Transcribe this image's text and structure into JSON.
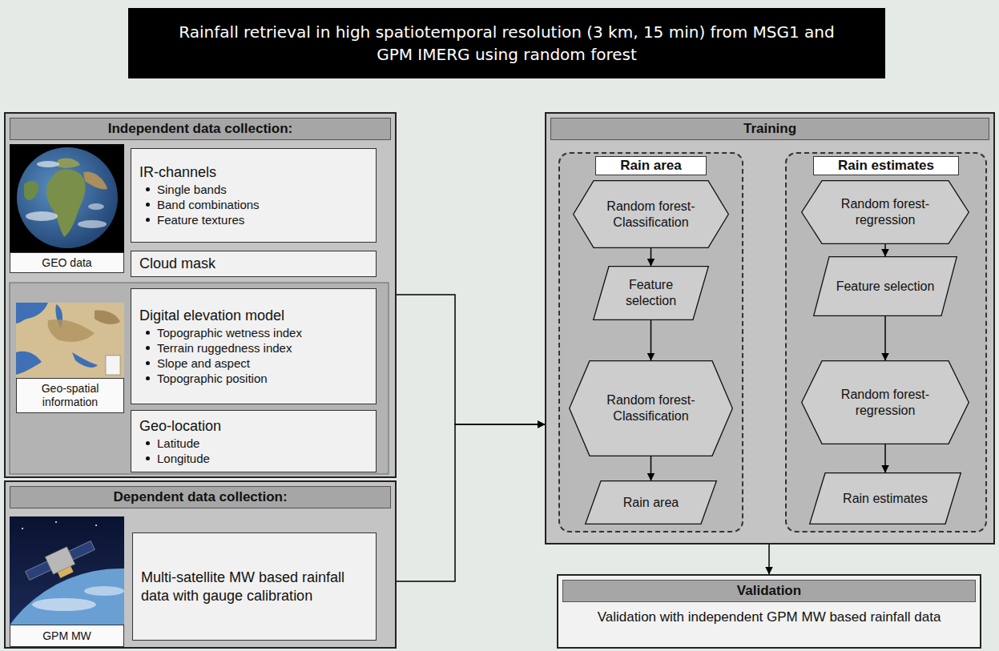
{
  "diagram": {
    "title": "Rainfall retrieval in high spatiotemporal resolution (3 km, 15 min) from MSG1 and GPM IMERG using random forest",
    "nodes": [
      {
        "text": [
          "Independent data collection:"
        ]
      },
      {
        "text": [
          "GEO data"
        ],
        "in": 0
      },
      {
        "text": [
          "IR-channels",
          "Single bands",
          "Band combinations",
          "Feature textures"
        ],
        "in": 0
      },
      {
        "text": [
          "Cloud mask"
        ],
        "in": 0
      },
      {
        "text": [
          "Geo-spatial information"
        ],
        "in": 0
      },
      {
        "text": [
          "Digital elevation model",
          "Topographic wetness index",
          "Terrain ruggedness index",
          "Slope and aspect",
          "Topographic position"
        ],
        "in": 0
      },
      {
        "text": [
          "Geo-location",
          "Latitude",
          "Longitude"
        ],
        "in": 0
      },
      {
        "text": [
          "Dependent data collection:"
        ]
      },
      {
        "text": [
          "GPM MW"
        ],
        "in": 7
      },
      {
        "text": [
          "Multi-satellite MW based rainfall data with gauge calibration"
        ],
        "in": 7
      },
      {
        "text": [
          "Training"
        ]
      },
      {
        "text": [
          "Rain area"
        ],
        "in": 10
      },
      {
        "text": [
          "Random forest- Classification"
        ],
        "in": 11
      },
      {
        "text": [
          "Feature selection"
        ],
        "in": 11
      },
      {
        "text": [
          "Random forest- Classification"
        ],
        "in": 11
      },
      {
        "text": [
          "Rain area"
        ],
        "in": 11
      },
      {
        "text": [
          "Rain estimates"
        ],
        "in": 10
      },
      {
        "text": [
          "Random forest- regression"
        ],
        "in": 16
      },
      {
        "text": [
          "Feature selection"
        ],
        "in": 16
      },
      {
        "text": [
          "Random forest- regression"
        ],
        "in": 16
      },
      {
        "text": [
          "Rain estimates"
        ],
        "in": 16
      },
      {
        "text": [
          "Validation",
          "Validation with independent GPM MW based rainfall data"
        ]
      }
    ],
    "edges": [
      {
        "from": 0,
        "to": 10,
        "arrow": "to"
      },
      {
        "from": 7,
        "to": 10,
        "arrow": "to"
      },
      {
        "from": 10,
        "to": 21,
        "arrow": "to"
      },
      {
        "from": 12,
        "to": 13,
        "arrow": "to"
      },
      {
        "from": 13,
        "to": 14,
        "arrow": "to"
      },
      {
        "from": 14,
        "to": 15,
        "arrow": "to"
      },
      {
        "from": 17,
        "to": 18,
        "arrow": "to"
      },
      {
        "from": 18,
        "to": 19,
        "arrow": "to"
      },
      {
        "from": 19,
        "to": 20,
        "arrow": "to"
      }
    ]
  }
}
